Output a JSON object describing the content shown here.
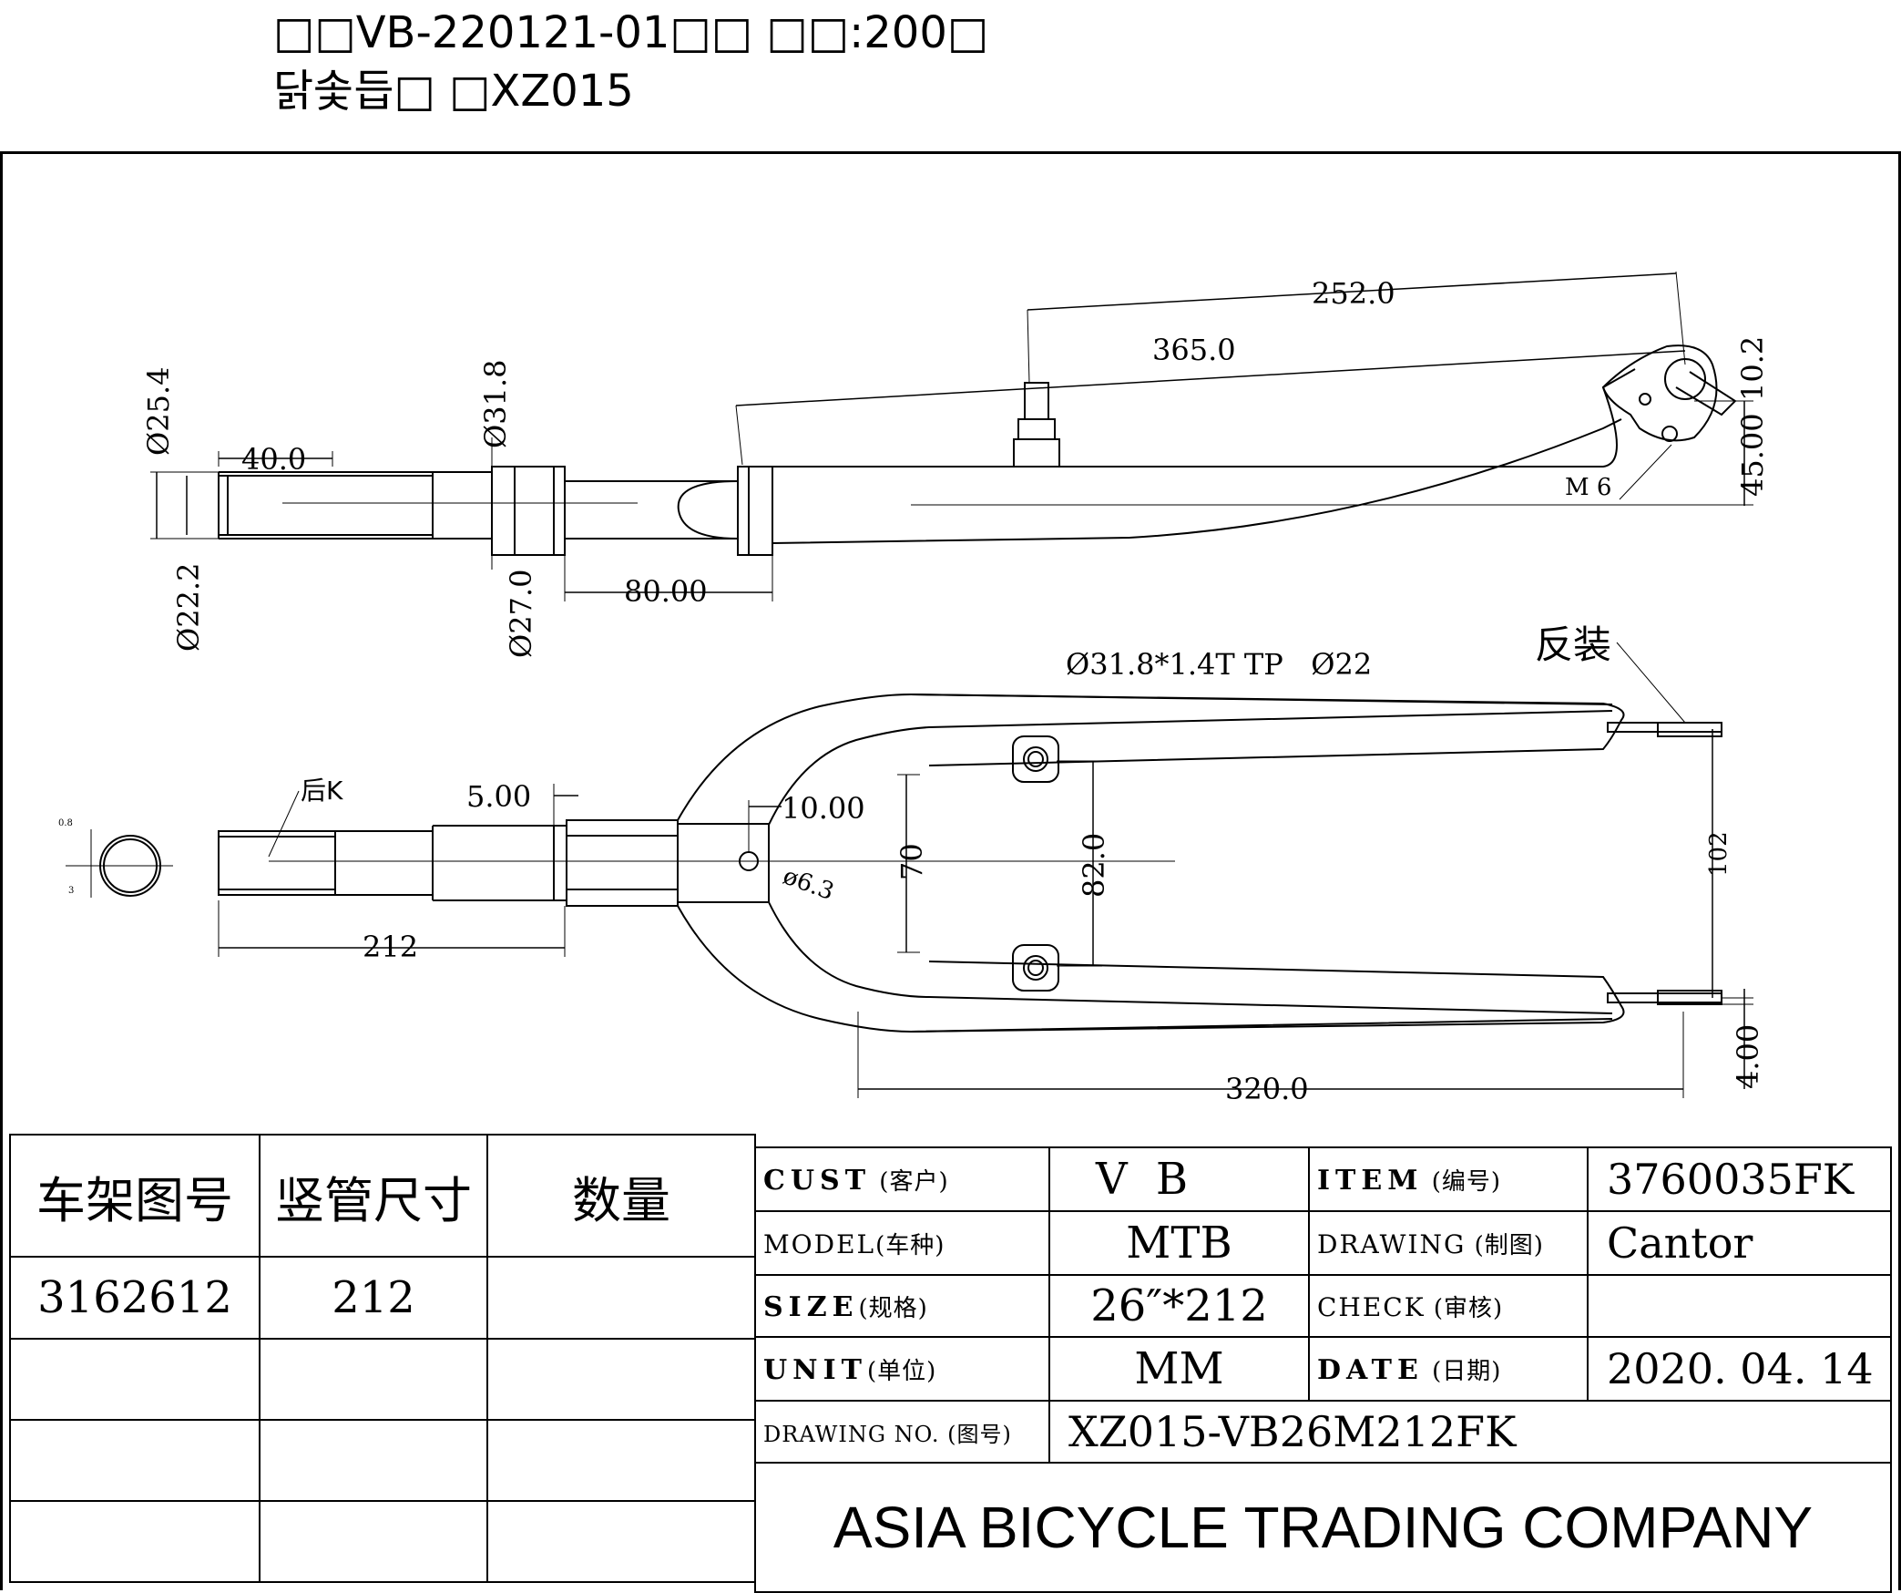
{
  "header": {
    "line1": "□□VB-220121-01□□ □□:200□",
    "line2": "닭솣듭□ □XZ015"
  },
  "top_view": {
    "d_outer_top": "Ø25.4",
    "len_40": "40.0",
    "d_inner_top": "Ø22.2",
    "d_318": "Ø31.8",
    "d_270": "Ø27.0",
    "len_80": "80.00",
    "len_365": "365.0",
    "len_252": "252.0",
    "d_102": "10.2",
    "len_45": "45.00",
    "m6": "M 6"
  },
  "bottom_view": {
    "tube_spec": "Ø31.8*1.4T TP   Ø22",
    "reverse": "反装",
    "rear_k": "后K",
    "len_5": "5.00",
    "len_10": "10.00",
    "hole": "ø6.3",
    "len_70": "70",
    "len_82": "82.0",
    "len_102": "102",
    "len_212": "212",
    "len_320": "320.0",
    "len_4": "4.00",
    "sec_08": "0.8",
    "sec_3": "3"
  },
  "parts_table": {
    "headers": [
      "车架图号",
      "竖管尺寸",
      "数量"
    ],
    "row1": [
      "3162612",
      "212",
      ""
    ]
  },
  "title_block": {
    "cust_label": "CUST",
    "cust_cn": "(客户)",
    "cust_value": "V B",
    "item_label": "ITEM",
    "item_cn": "(编号)",
    "item_value": "3760035FK",
    "model_label": "MODEL",
    "model_cn": "(车种)",
    "model_value": "MTB",
    "drawing_label": "DRAWING",
    "drawing_cn": "(制图)",
    "drawing_value": "Cantor",
    "size_label": "SIZE",
    "size_cn": "(规格)",
    "size_value": "26″*212",
    "check_label": "CHECK",
    "check_cn": "(审核)",
    "check_value": "",
    "unit_label": "UNIT",
    "unit_cn": "(单位)",
    "unit_value": "MM",
    "date_label": "DATE",
    "date_cn": "(日期)",
    "date_value": "2020. 04. 14",
    "dwgno_label": "DRAWING NO.",
    "dwgno_cn": "(图号)",
    "dwgno_value": "XZ015-VB26M212FK",
    "company": "ASIA BICYCLE TRADING COMPANY"
  }
}
